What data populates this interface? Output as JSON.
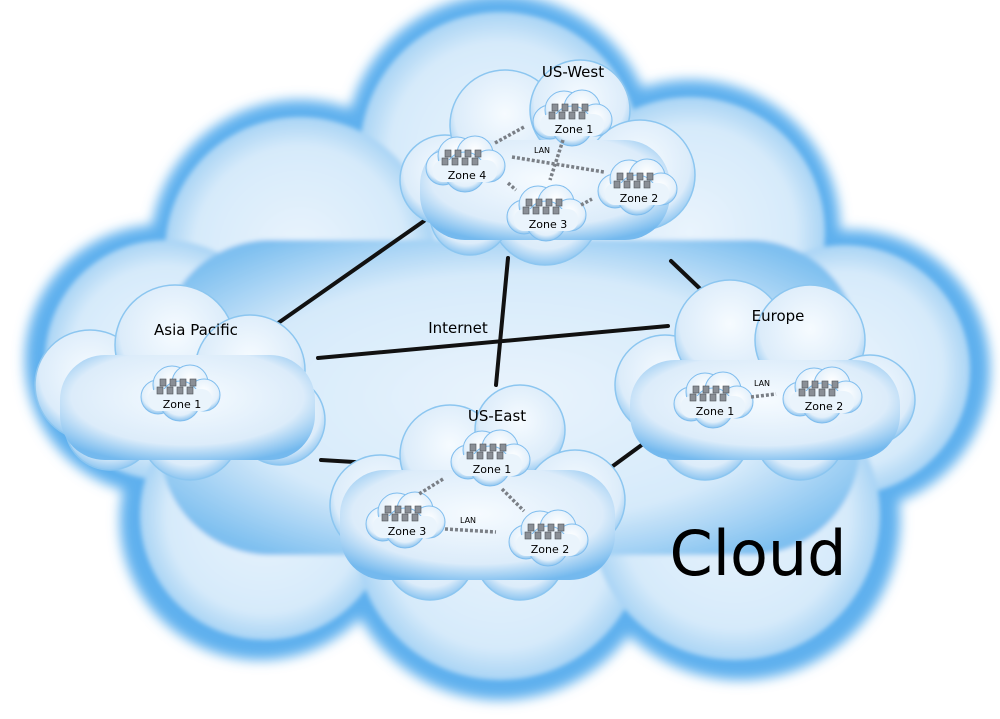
{
  "diagram": {
    "title": "Cloud",
    "internet_label": "Internet",
    "lan_label": "LAN",
    "regions": [
      {
        "id": "us-west",
        "name": "US-West",
        "zones": [
          "Zone 1",
          "Zone 2",
          "Zone 3",
          "Zone 4"
        ]
      },
      {
        "id": "asia-pacific",
        "name": "Asia Pacific",
        "zones": [
          "Zone 1"
        ]
      },
      {
        "id": "europe",
        "name": "Europe",
        "zones": [
          "Zone 1",
          "Zone 2"
        ]
      },
      {
        "id": "us-east",
        "name": "US-East",
        "zones": [
          "Zone 1",
          "Zone 2",
          "Zone 3"
        ]
      }
    ],
    "links": [
      [
        "us-west",
        "asia-pacific"
      ],
      [
        "us-west",
        "us-east"
      ],
      [
        "us-west",
        "europe"
      ],
      [
        "asia-pacific",
        "europe"
      ],
      [
        "asia-pacific",
        "us-east"
      ],
      [
        "us-east",
        "europe"
      ]
    ],
    "colors": {
      "cloud_fill": "#cfe6f8",
      "cloud_edge": "#3d9ce6",
      "link": "#111111",
      "server": "#8a8f96"
    }
  }
}
